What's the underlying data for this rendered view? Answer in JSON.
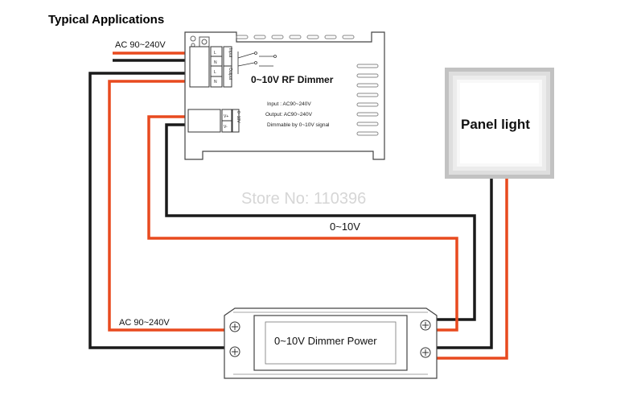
{
  "heading": "Typical Applications",
  "watermark": "Store No: 110396",
  "rf_dimmer": {
    "title": "0~10V RF Dimmer",
    "input_spec": "Input  : AC90~240V",
    "output_spec": "Output: AC90~240V",
    "dimmable_spec": "Dimmable by 0~10V signal",
    "terminal_input": [
      "L",
      "N"
    ],
    "terminal_output": [
      "L",
      "N"
    ],
    "input_group_label": "Input",
    "output_group_label": "Output",
    "signal_terminals": [
      "V+",
      "V-"
    ],
    "signal_group_label": "0~10V"
  },
  "labels": {
    "ac_input_top": "AC 90~240V",
    "ac_input_bottom": "AC 90~240V",
    "signal_0_10v": "0~10V"
  },
  "panel_light": {
    "label": "Panel light"
  },
  "dimmer_power": {
    "label": "0~10V Dimmer Power"
  },
  "colors": {
    "wire_live": "#e84a1f",
    "wire_neutral": "#1a1a1a",
    "outline": "#444444",
    "panel_glow": "#c8c8c8",
    "watermark": "#d6d6d6"
  }
}
